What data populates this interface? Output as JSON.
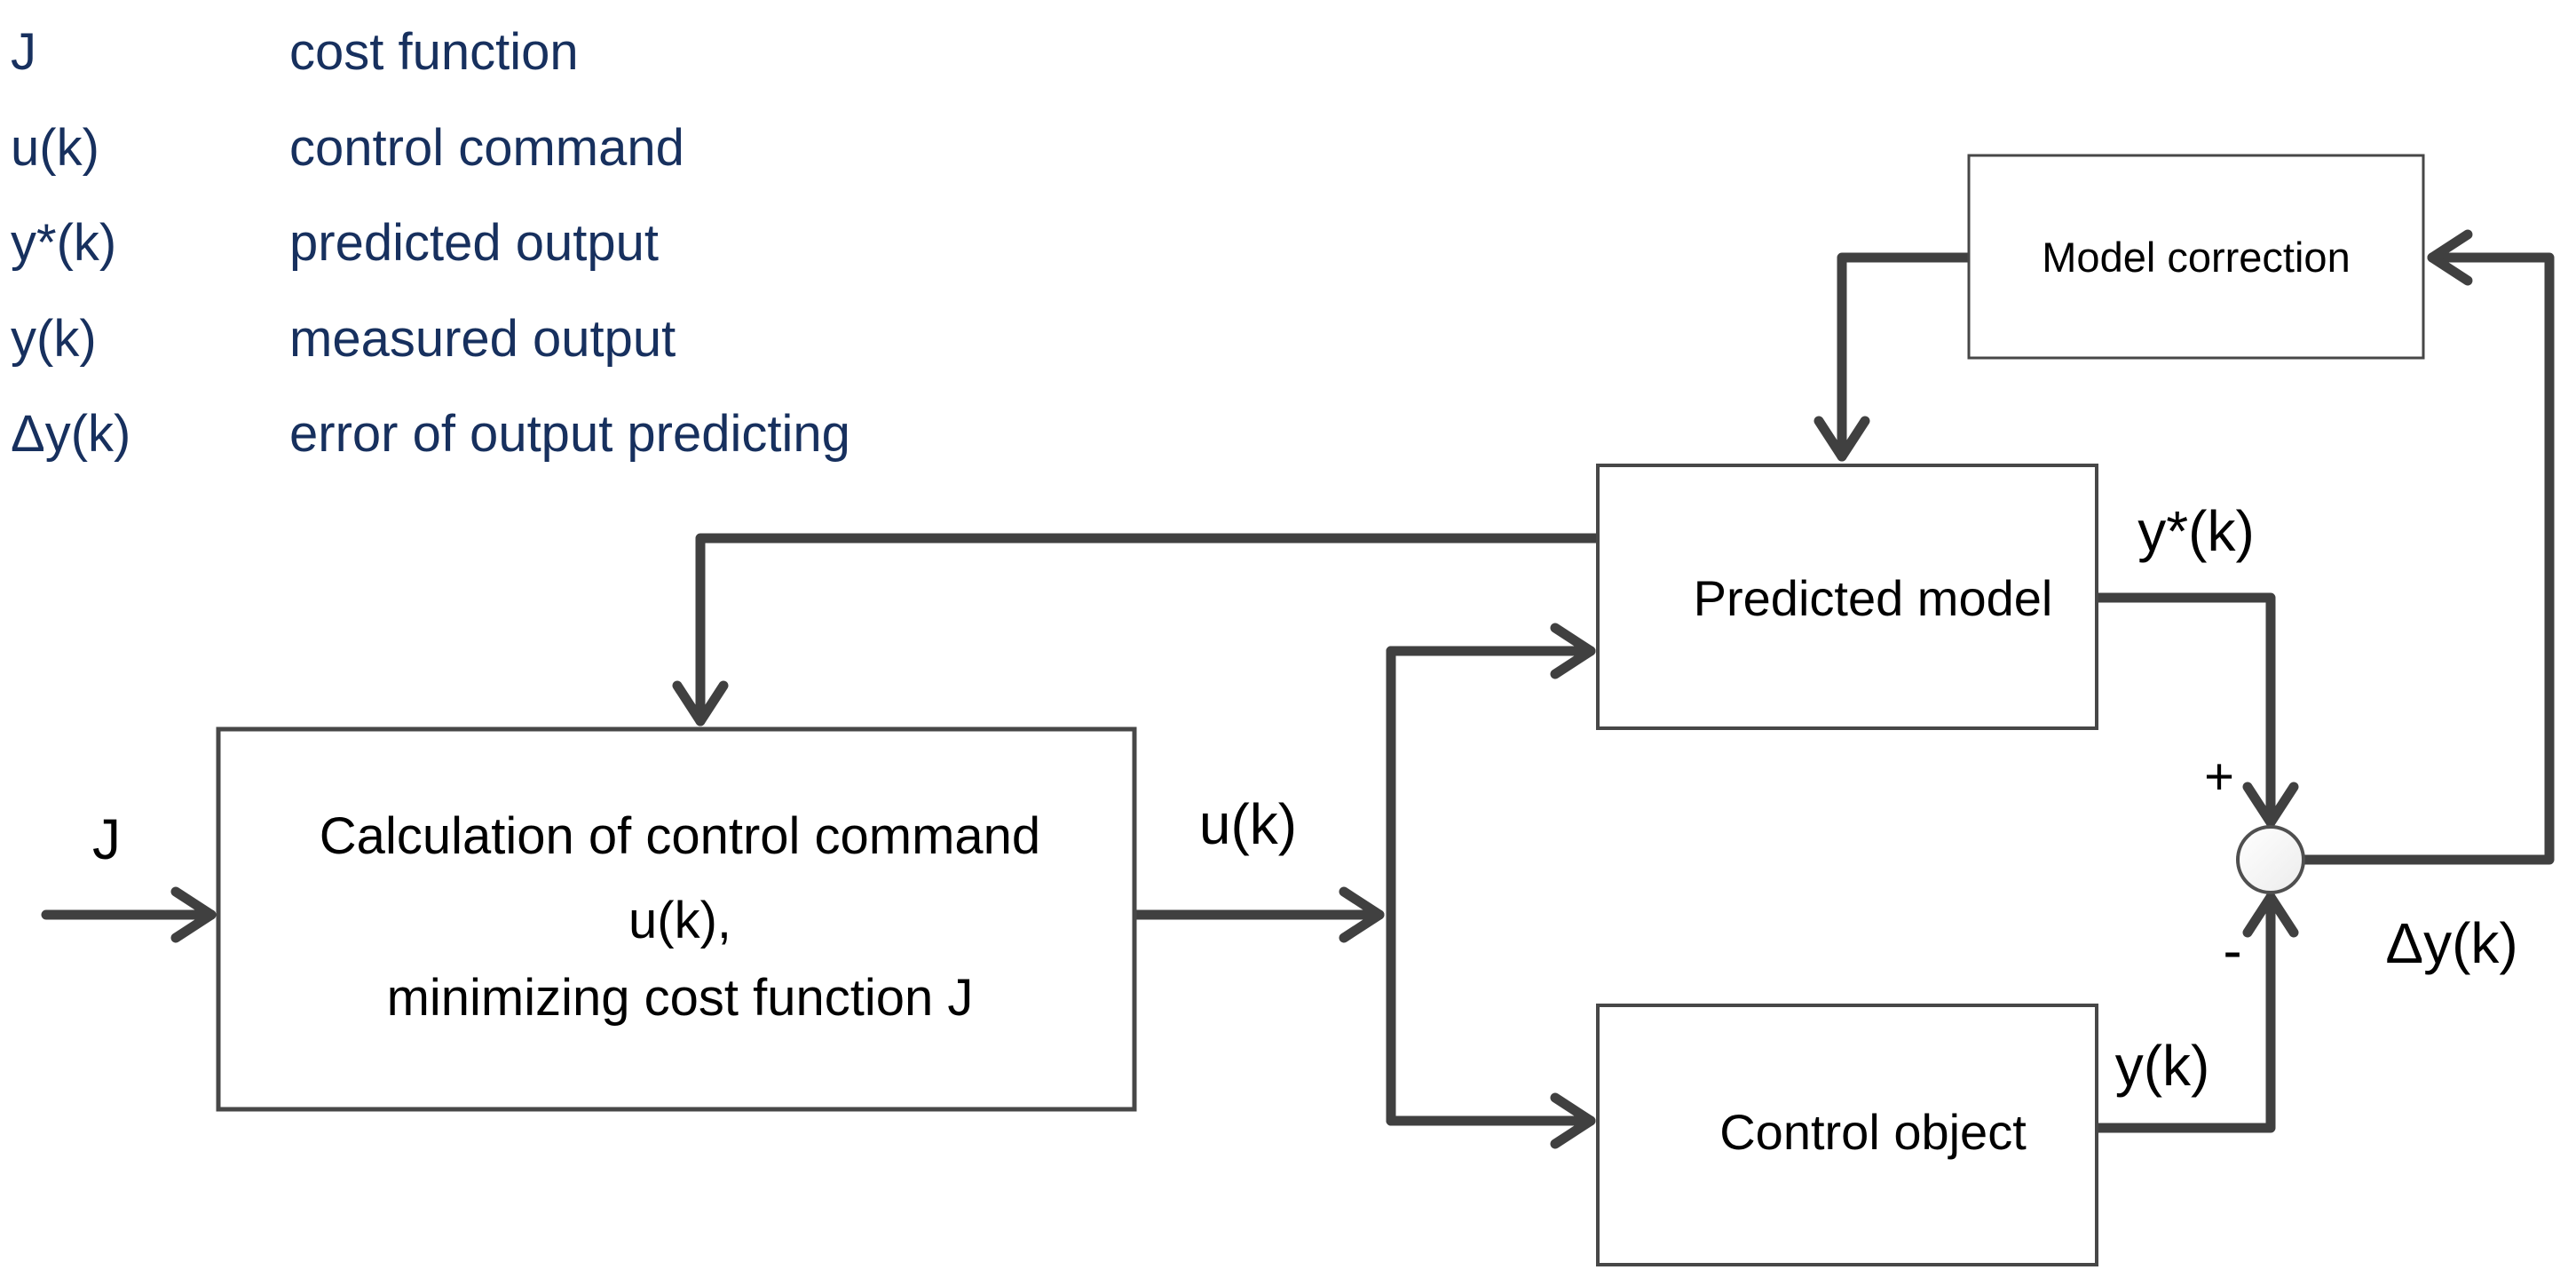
{
  "title": "Model predictive control block diagram",
  "colors": {
    "background": "#ffffff",
    "wire": "#404040",
    "box_border": "#474747",
    "box_fill": "#ffffff",
    "legend_text": "#17305e",
    "label_text": "#000000",
    "summing_circle_fill_top": "#ffffff",
    "summing_circle_fill_bottom": "#ececec",
    "summing_circle_stroke": "#4f4f4f"
  },
  "legend": {
    "items": [
      {
        "symbol": "J",
        "description": "cost function"
      },
      {
        "symbol": "u(k)",
        "description": "control command"
      },
      {
        "symbol": "y*(k)",
        "description": "predicted output"
      },
      {
        "symbol": "y(k)",
        "description": "measured output"
      },
      {
        "symbol": "Δy(k)",
        "description": "error of output predicting"
      }
    ]
  },
  "boxes": {
    "calculation": {
      "line1": "Calculation of control command",
      "line2": "u(k),",
      "line3": "minimizing cost function J"
    },
    "predicted_model": {
      "label": "Predicted model"
    },
    "control_object": {
      "label": "Control object"
    },
    "model_correction": {
      "label": "Model correction"
    }
  },
  "signals": {
    "j": "J",
    "u": "u(k)",
    "y_star": "y*(k)",
    "y": "y(k)",
    "delta_y": "Δy(k)",
    "plus": "+",
    "minus": "-"
  },
  "connections": [
    {
      "from": "input",
      "to": "Calculation of control command",
      "label": "J"
    },
    {
      "from": "Calculation of control command",
      "to": "branch point",
      "label": "u(k)"
    },
    {
      "from": "branch point",
      "to": "Predicted model"
    },
    {
      "from": "branch point",
      "to": "Control object"
    },
    {
      "from": "Predicted model",
      "to": "summing junction",
      "label": "y*(k)",
      "sign": "+"
    },
    {
      "from": "Control object",
      "to": "summing junction",
      "label": "y(k)",
      "sign": "-"
    },
    {
      "from": "summing junction",
      "to": "Model correction",
      "label": "Δy(k)"
    },
    {
      "from": "Model correction",
      "to": "Predicted model"
    },
    {
      "from": "Predicted model",
      "to": "Calculation of control command",
      "note": "feedback"
    }
  ]
}
